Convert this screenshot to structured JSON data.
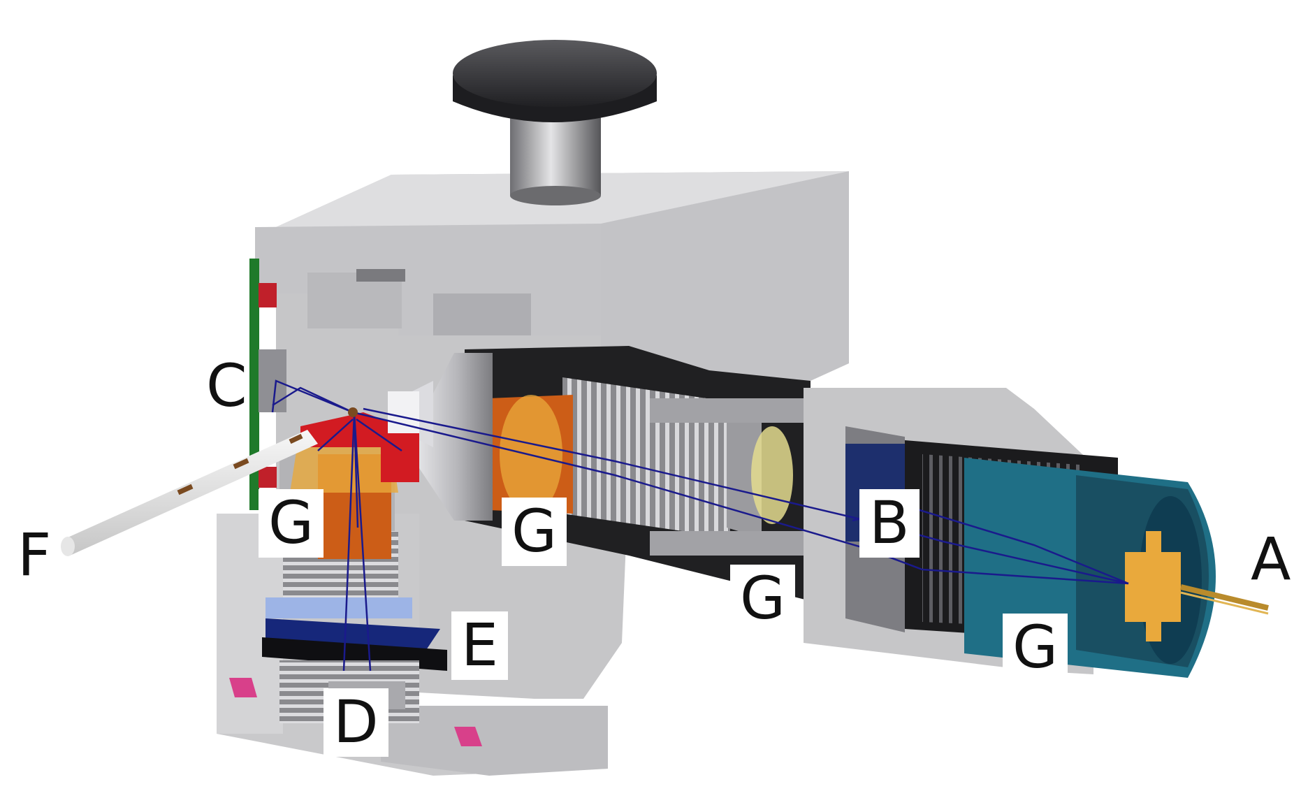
{
  "labels": {
    "a": "A",
    "b": "B",
    "c": "C",
    "d": "D",
    "e": "E",
    "f": "F",
    "g1": "G",
    "g2": "G",
    "g3": "G",
    "g4": "G"
  },
  "colors": {
    "housing": "#c9c9cb",
    "housing_shadow": "#9a9a9d",
    "knob": "#333336",
    "beam": "#1a1a8c",
    "copper": "#d2691e",
    "gold": "#e9a93c",
    "teal": "#1f6f86",
    "seal": "#c0202a",
    "pcb": "#1f7a2a",
    "window": "#9db4e6"
  }
}
